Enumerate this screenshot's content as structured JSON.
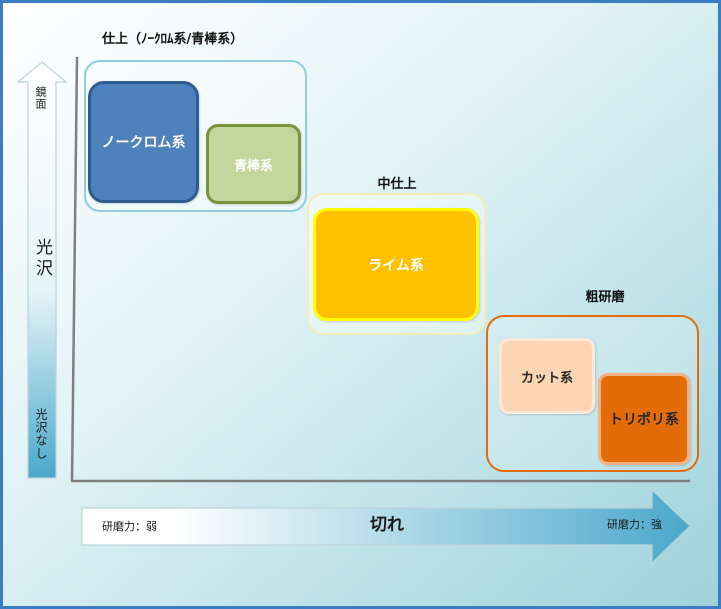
{
  "y_axis": {
    "top_label": "鏡面",
    "title": "光沢",
    "bottom_label": "光沢なし"
  },
  "x_axis": {
    "left_label": "研磨力：弱",
    "title": "切れ",
    "right_label": "研磨力：強"
  },
  "groups": [
    {
      "label": "仕上（ﾉｰｸﾛﾑ系/青棒系）",
      "border_color": "#92cddc",
      "items": [
        {
          "label": "ノークロム系",
          "fill": "#4f81bd",
          "border": "#2f5b93",
          "text_color": "#ffffff"
        },
        {
          "label": "青棒系",
          "fill": "#c3d69b",
          "border": "#77933c",
          "text_color": "#ffffff"
        }
      ]
    },
    {
      "label": "中仕上",
      "border_color": "#f2efb6",
      "items": [
        {
          "label": "ライム系",
          "fill": "#ffc000",
          "border": "#ffff00",
          "text_color": "#ffffff"
        }
      ]
    },
    {
      "label": "粗研磨",
      "border_color": "#e36c09",
      "items": [
        {
          "label": "カット系",
          "fill": "#fcd5b4",
          "border": "#fde9d9",
          "text_color": "#262626"
        },
        {
          "label": "トリポリ系",
          "fill": "#e36c09",
          "border": "#f4b183",
          "text_color": "#262626"
        }
      ]
    }
  ],
  "colors": {
    "frame": "#3b7dc1",
    "axis_line": "#7f7f7f",
    "arrow_light": "#ffffff",
    "arrow_mid": "#e6f4f7",
    "arrow_dark": "#4aa8cb",
    "arrow_outline": "#bcd3da"
  }
}
